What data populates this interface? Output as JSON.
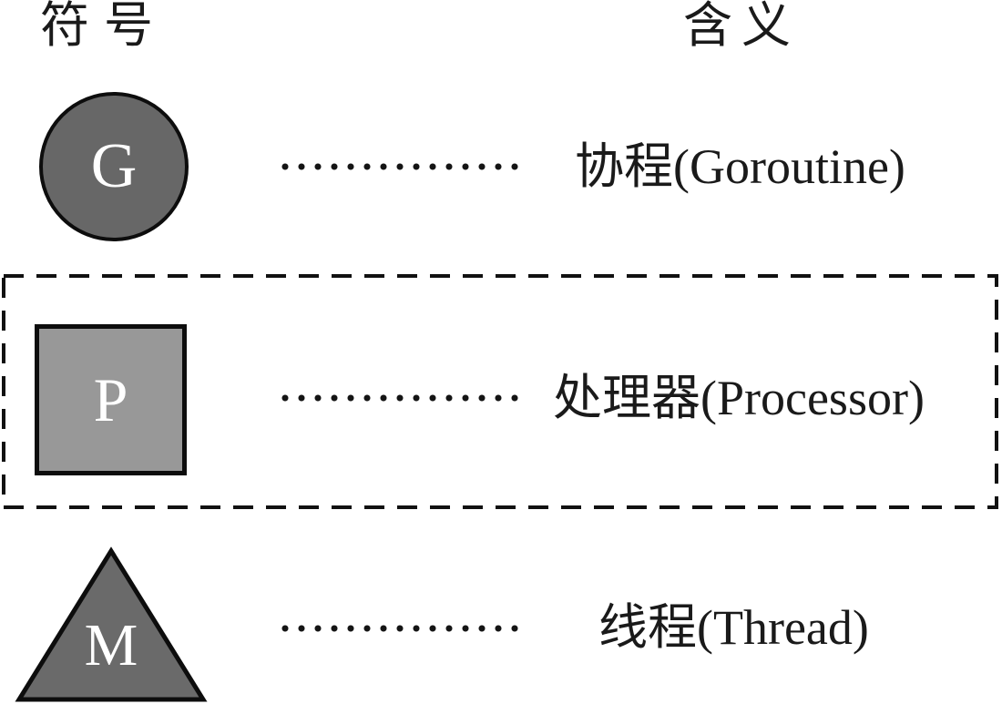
{
  "headers": {
    "symbol": "符号",
    "meaning": "含义"
  },
  "rows": [
    {
      "shape": "circle",
      "letter": "G",
      "meaning": "协程(Goroutine)"
    },
    {
      "shape": "square",
      "letter": "P",
      "meaning": "处理器(Processor)",
      "enclosed_in_dashed_box": true
    },
    {
      "shape": "triangle",
      "letter": "M",
      "meaning": "线程(Thread)"
    }
  ],
  "colors": {
    "circle_fill": "#676767",
    "square_fill": "#989898",
    "triangle_fill": "#6a6a6a",
    "shape_outline": "#0d0d0d",
    "letter_color": "#ffffff",
    "text_color": "#1a1a1a",
    "dashed_box_stroke": "#111111",
    "dotted_connector": "#141414",
    "background": "#ffffff"
  }
}
